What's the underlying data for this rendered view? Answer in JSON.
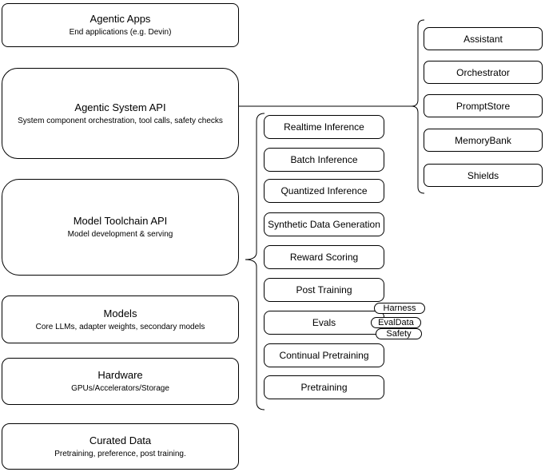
{
  "diagram": {
    "left_column": [
      {
        "title": "Agentic Apps",
        "subtitle": "End applications (e.g. Devin)"
      },
      {
        "title": "Agentic System API",
        "subtitle": "System component orchestration, tool calls, safety checks"
      },
      {
        "title": "Model Toolchain API",
        "subtitle": "Model development & serving"
      },
      {
        "title": "Models",
        "subtitle": "Core LLMs, adapter weights, secondary models"
      },
      {
        "title": "Hardware",
        "subtitle": "GPUs/Accelerators/Storage"
      },
      {
        "title": "Curated Data",
        "subtitle": "Pretraining, preference, post training."
      }
    ],
    "toolchain_items": [
      "Realtime Inference",
      "Batch Inference",
      "Quantized Inference",
      "Synthetic Data Generation",
      "Reward Scoring",
      "Post Training",
      "Evals",
      "Continual Pretraining",
      "Pretraining"
    ],
    "eval_components": [
      "Harness",
      "EvalData",
      "Safety"
    ],
    "system_components": [
      "Assistant",
      "Orchestrator",
      "PromptStore",
      "MemoryBank",
      "Shields"
    ],
    "colors": {
      "stroke": "#000000",
      "fill": "#ffffff",
      "text": "#000000"
    }
  }
}
